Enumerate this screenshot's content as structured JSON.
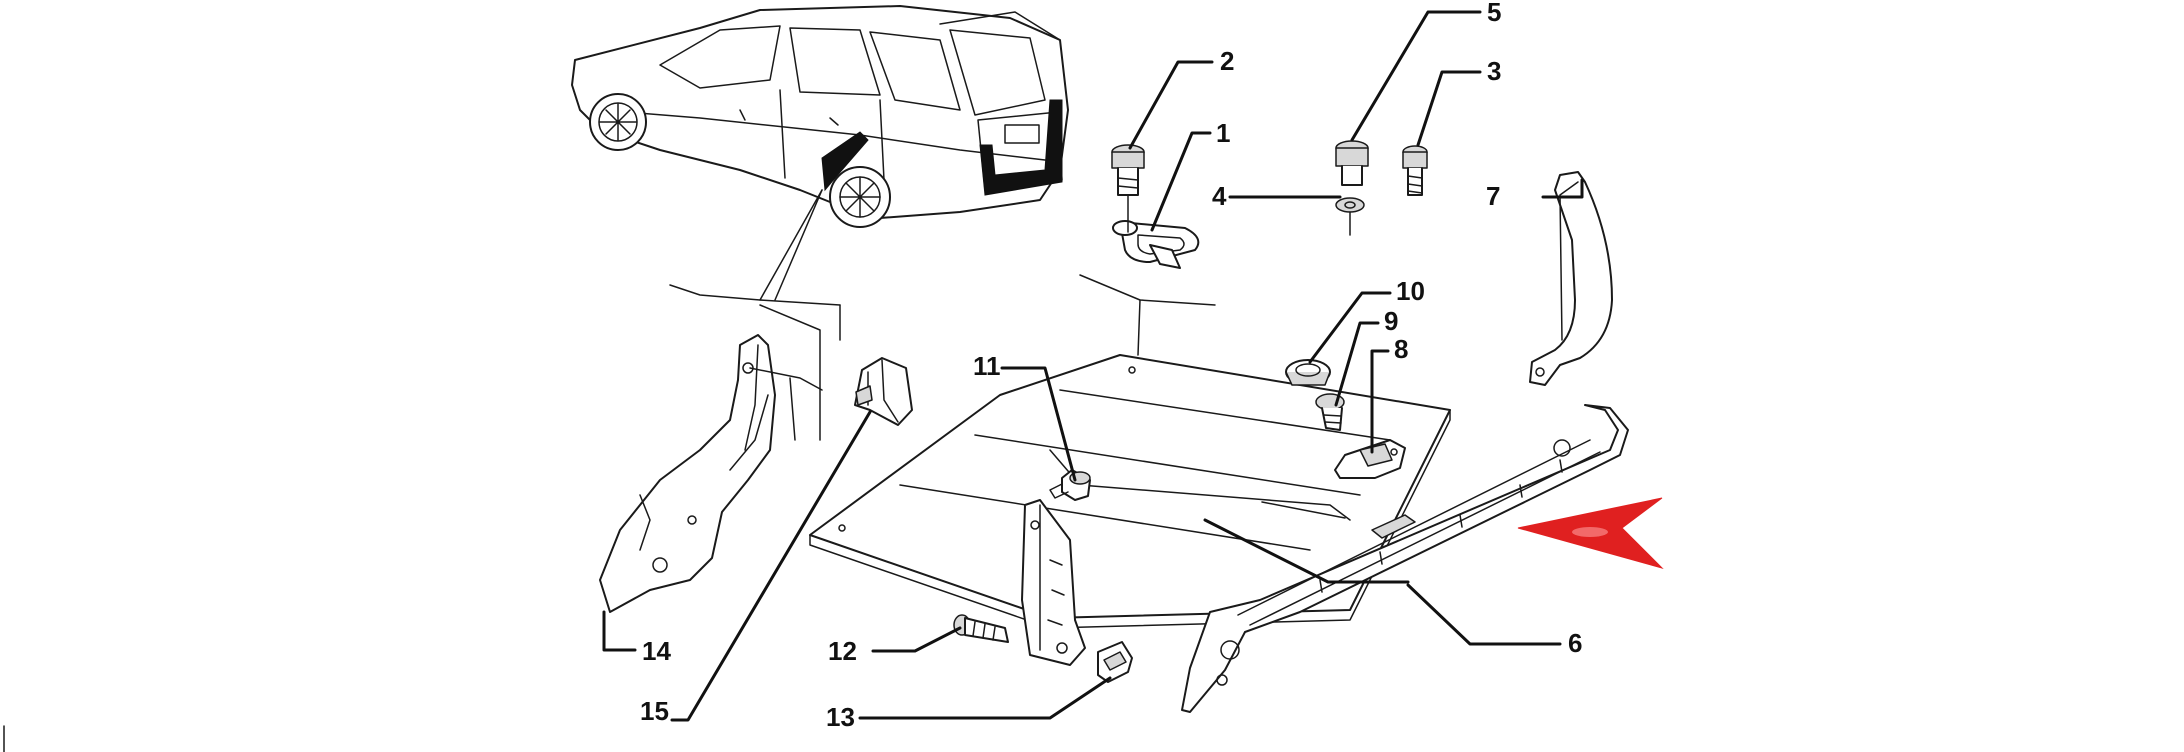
{
  "colors": {
    "ink": "#111111",
    "background": "#ffffff",
    "pointer_arrow": "#e02020",
    "part_shade": "#d8d8d8"
  },
  "callouts": {
    "c1": "1",
    "c2": "2",
    "c3": "3",
    "c4": "4",
    "c5": "5",
    "c6": "6",
    "c7": "7",
    "c8": "8",
    "c9": "9",
    "c10": "10",
    "c11": "11",
    "c12": "12",
    "c13": "13",
    "c14": "14",
    "c15": "15"
  },
  "icons": {
    "pointer": "red-arrow-pointer-icon",
    "vehicle": "station-wagon-car-icon"
  }
}
